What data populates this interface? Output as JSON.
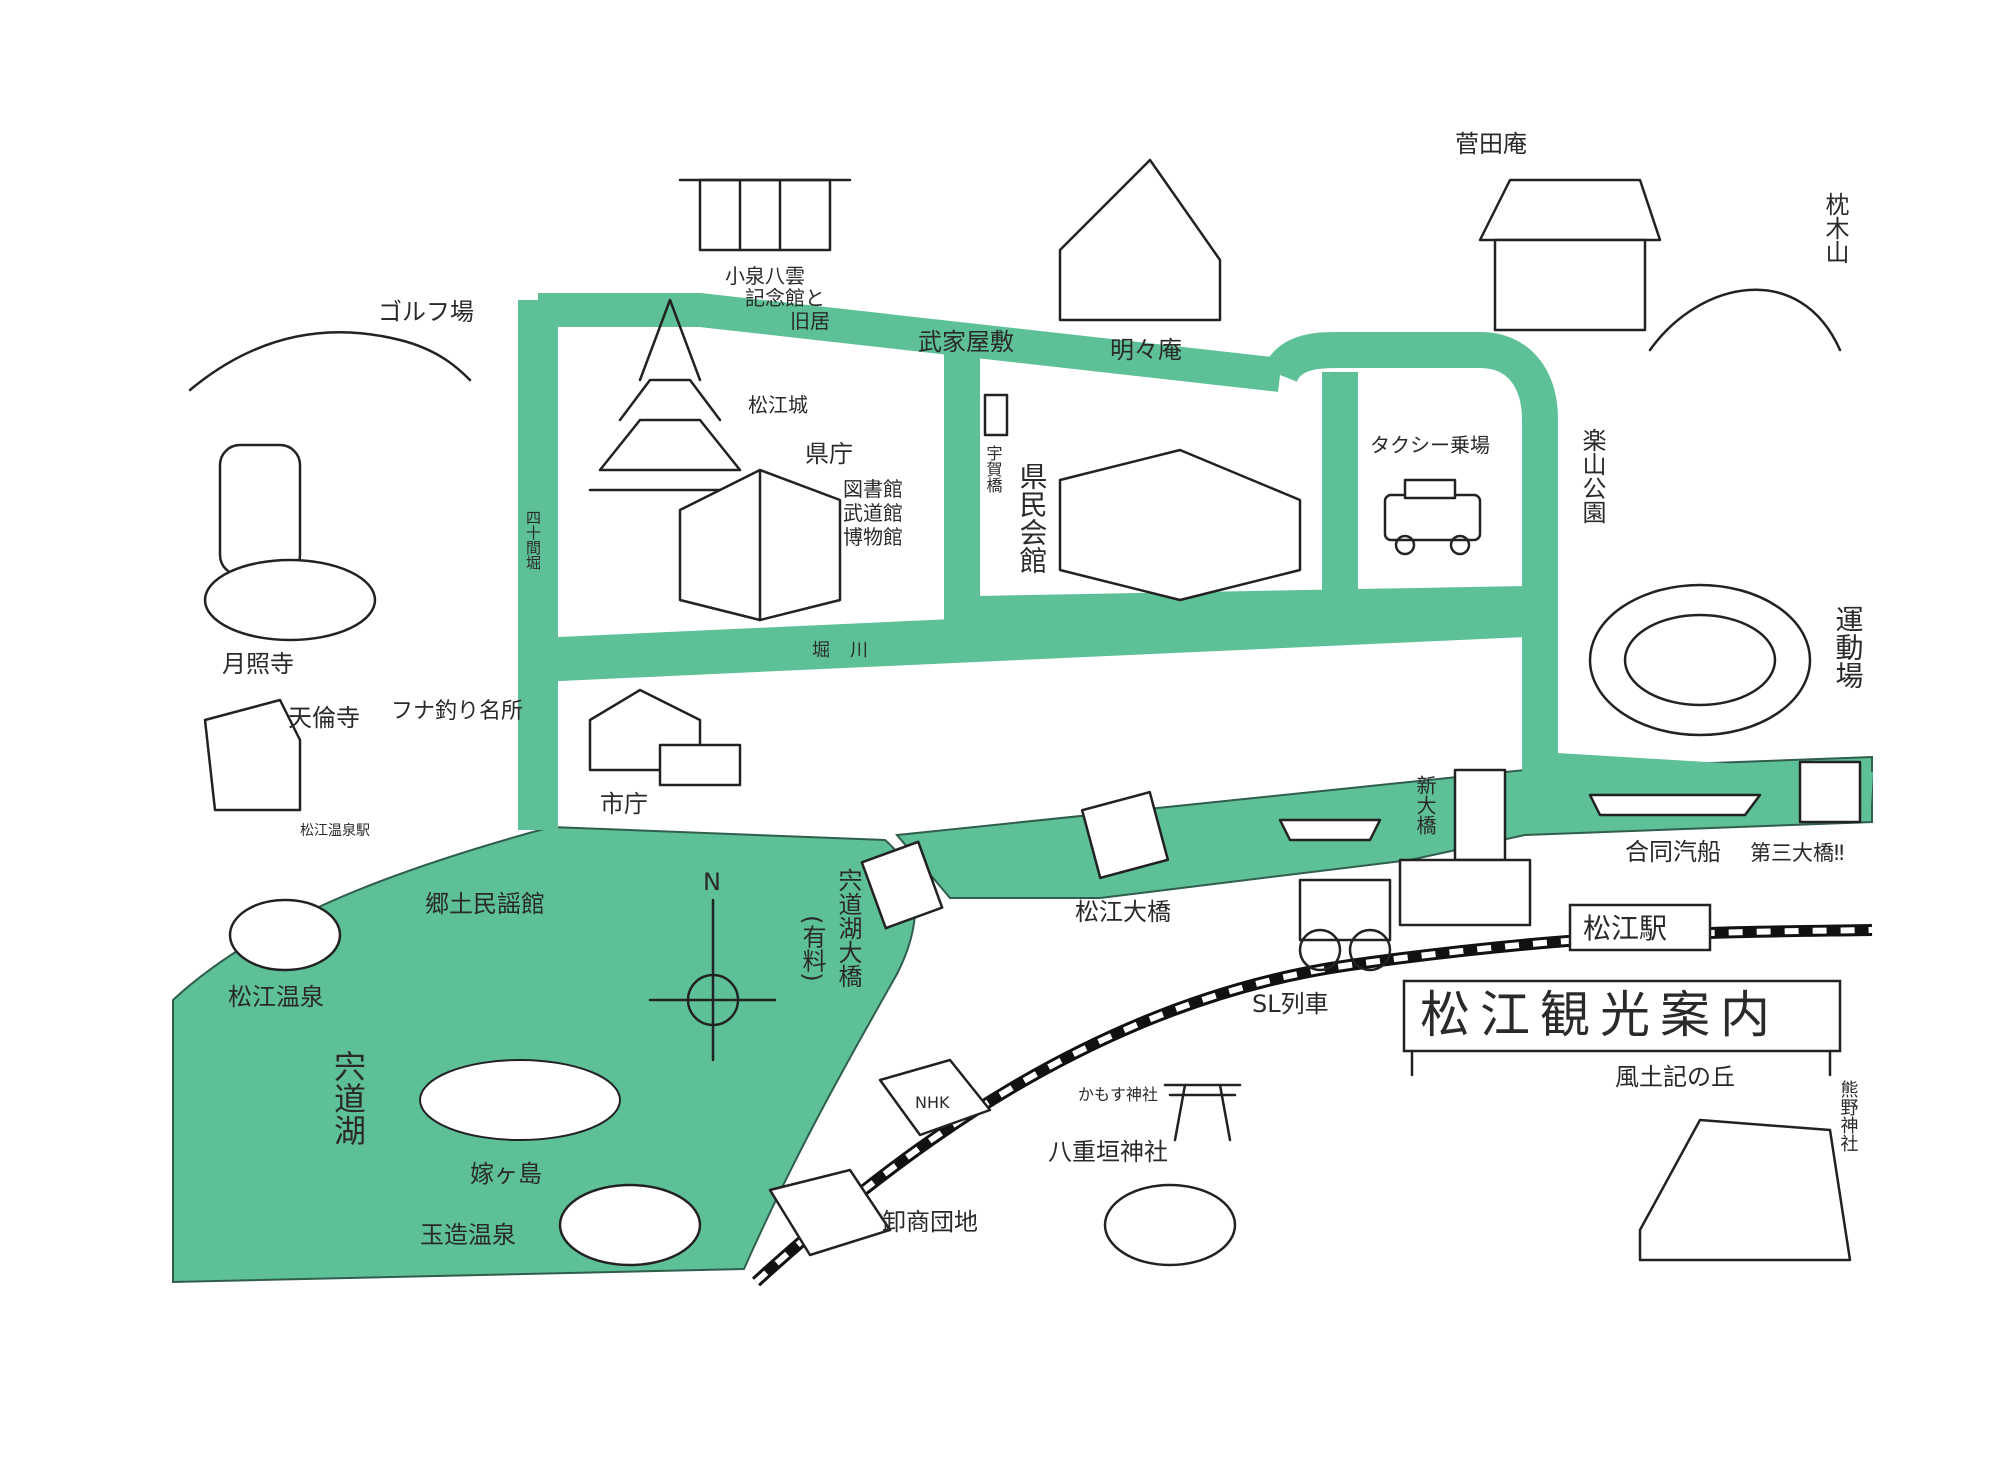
{
  "map": {
    "title": "松江観光案内",
    "colors": {
      "water": "#5ec096",
      "ink": "#222222",
      "paper": "#ffffff"
    },
    "compass": "N",
    "labels": {
      "golf": "ゴルフ場",
      "koizumi_1": "小泉八雲",
      "koizumi_2": "記念館と",
      "koizumi_3": "旧居",
      "bukeyashiki": "武家屋敷",
      "meimeian": "明々庵",
      "kandaan": "菅田庵",
      "makuragi": "枕木山",
      "castle": "松江城",
      "prefecture": "県庁",
      "library_1": "図書館",
      "library_2": "武道館",
      "library_3": "博物館",
      "uga_bridge": "宇賀橋",
      "kenmin": "県民会館",
      "taxi": "タクシー乗場",
      "rakuzan": "楽山公園",
      "stadium": "運動場",
      "gesshoji": "月照寺",
      "shijikken": "四十間堀",
      "horikawa": "堀川",
      "tenrinji": "天倫寺",
      "funa": "フナ釣り名所",
      "onsen_station": "松江温泉駅",
      "city_hall": "市庁",
      "shin_ohashi": "新大橋",
      "godo_kisen": "合同汽船",
      "daisan_ohashi": "第三大橋‼",
      "matsue_ohashi": "松江大橋",
      "matsue_station": "松江駅",
      "minyo": "郷土民謡館",
      "matsue_onsen": "松江温泉",
      "shinjiko_bridge": "宍道湖大橋",
      "toll": "(有料)",
      "sl": "SL列車",
      "fudoki": "風土記の丘",
      "kumano": "熊野神社",
      "kamosu": "かもす神社",
      "yaegaki": "八重垣神社",
      "shinjiko": "宍道湖",
      "yomegashima": "嫁ヶ島",
      "tamatsukuri": "玉造温泉",
      "oroshi": "卸商団地",
      "nhk": "NHK"
    }
  }
}
